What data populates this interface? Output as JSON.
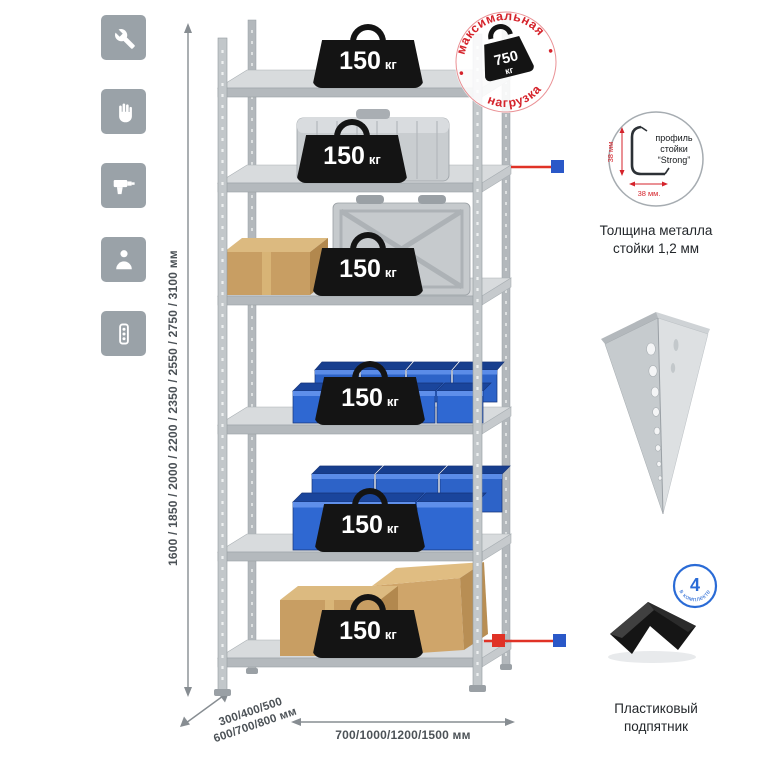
{
  "icons": [
    "wrench-icon",
    "gloves-icon",
    "drill-icon",
    "person-icon",
    "fastener-strip-icon"
  ],
  "colors": {
    "accent_red": "#d5232b",
    "accent_blue": "#2a58c8",
    "bin_blue": "#2d63c8",
    "metal_gray": "#c9cdd0",
    "weight_black": "#141414"
  },
  "dimensions": {
    "height_label": "1600 / 1850 / 2000 / 2200 / 2350 / 2550 / 2750 / 3100 мм",
    "depth_line1": "300/400/500",
    "depth_line2": "600/700/800 мм",
    "width_label": "700/1000/1200/1500 мм"
  },
  "shelf_load": {
    "value": "150",
    "unit": "кг",
    "count": 6
  },
  "max_load_stamp": {
    "arc_top": "максимальная",
    "arc_bottom": "нагрузка",
    "value": "750",
    "unit": "кг"
  },
  "profile_detail": {
    "line1": "профиль",
    "line2": "стойки",
    "line3": "“Strong”",
    "dim_vertical": "38 мм",
    "dim_horizontal": "38 мм.",
    "caption_line1": "Толщина металла",
    "caption_line2": "стойки 1,2 мм"
  },
  "foot_detail": {
    "badge_value": "4",
    "badge_text": "в комплекте",
    "caption_line1": "Пластиковый",
    "caption_line2": "подпятник"
  }
}
